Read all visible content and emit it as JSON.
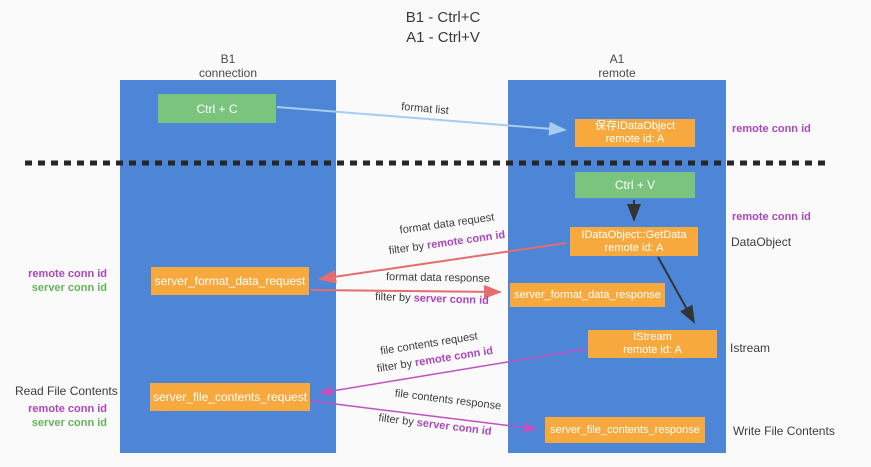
{
  "title": {
    "line1": "B1 - Ctrl+C",
    "line2": "A1 - Ctrl+V"
  },
  "lanes": {
    "left": {
      "title": "B1",
      "subtitle": "connection"
    },
    "right": {
      "title": "A1",
      "subtitle": "remote"
    }
  },
  "nodes": {
    "ctrl_c": {
      "label": "Ctrl + C"
    },
    "ctrl_v": {
      "label": "Ctrl + V"
    },
    "save_dataobject": {
      "line1": "保存IDataObject",
      "line2": "remote id: A"
    },
    "getdata": {
      "line1": "IDataObject::GetData",
      "line2": "remote id: A"
    },
    "istream": {
      "line1": "IStream",
      "line2": "remote id: A"
    },
    "format_request": {
      "label": "server_format_data_request"
    },
    "format_response": {
      "label": "server_format_data_response"
    },
    "file_request": {
      "label": "server_file_contents_request"
    },
    "file_response": {
      "label": "server_file_contents_response"
    }
  },
  "arrow_labels": {
    "format_list": "format list",
    "format_data_request": "format data request",
    "format_data_response": "format data response",
    "file_contents_request": "file contents request",
    "file_contents_response": "file contents response",
    "filter_by": "filter by",
    "remote_conn_id": "remote conn id",
    "server_conn_id": "server conn id"
  },
  "side_labels": {
    "right_remote_conn_id_top": "remote conn id",
    "right_remote_conn_id_mid": "remote conn id",
    "dataobject": "DataObject",
    "istream": "Istream",
    "write_file_contents": "Write File Contents",
    "read_file_contents": "Read File Contents",
    "left_remote_conn_id_1": "remote conn id",
    "left_server_conn_id_1": "server conn id",
    "left_remote_conn_id_2": "remote conn id",
    "left_server_conn_id_2": "server conn id"
  },
  "colors": {
    "lane_blue": "#4d86d6",
    "node_green": "#7ac47d",
    "node_orange": "#f8a93d",
    "arrow_light_blue": "#a6cdf0",
    "arrow_red": "#e56d6d",
    "arrow_magenta": "#c051c0",
    "arrow_black": "#333333",
    "text_purple": "#ab47bc",
    "text_green": "#66b35c"
  }
}
